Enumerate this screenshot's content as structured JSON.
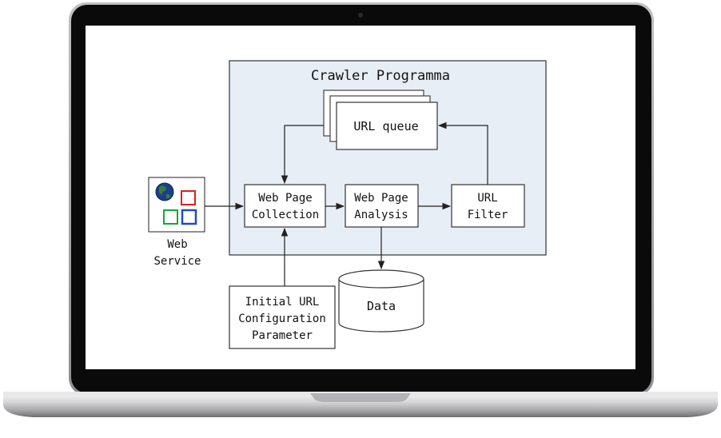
{
  "diagram": {
    "group_title": "Crawler Programma",
    "nodes": {
      "url_queue": {
        "label": "URL queue"
      },
      "web_page_collection": {
        "line1": "Web Page",
        "line2": "Collection"
      },
      "web_page_analysis": {
        "line1": "Web Page",
        "line2": "Analysis"
      },
      "url_filter": {
        "line1": "URL",
        "line2": "Filter"
      },
      "web_service": {
        "line1": "Web",
        "line2": "Service"
      },
      "initial_url": {
        "line1": "Initial URL",
        "line2": "Configuration",
        "line3": "Parameter"
      },
      "data_store": {
        "label": "Data"
      }
    }
  },
  "colors": {
    "group_fill": "#e8eef5",
    "stroke": "#333333",
    "laptop_bezel": "#0a0a0a",
    "laptop_base": "#c9c9cb",
    "globe_blue": "#1d3f8a",
    "icon_red": "#e02020",
    "icon_green": "#1aa33a",
    "icon_blue": "#1d4fb8"
  },
  "icons": {
    "web_service": "globe-window-icon"
  }
}
